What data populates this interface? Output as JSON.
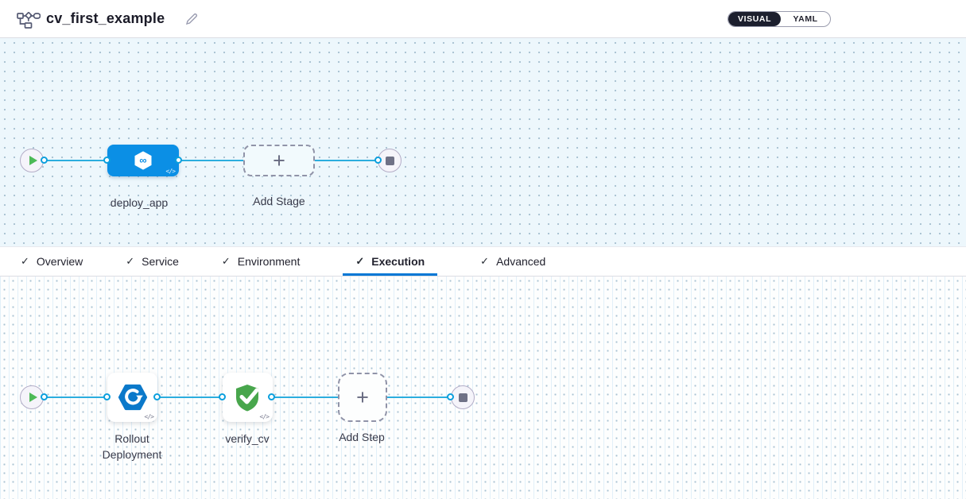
{
  "header": {
    "title": "cv_first_example",
    "toggle": {
      "visual_label": "VISUAL",
      "yaml_label": "YAML",
      "active": "VISUAL"
    }
  },
  "stage_pipeline": {
    "stage_label": "deploy_app",
    "add_stage_label": "Add Stage"
  },
  "tabs": [
    {
      "label": "Overview",
      "checked": true,
      "active": false
    },
    {
      "label": "Service",
      "checked": true,
      "active": false
    },
    {
      "label": "Environment",
      "checked": true,
      "active": false
    },
    {
      "label": "Execution",
      "checked": true,
      "active": true
    },
    {
      "label": "Advanced",
      "checked": true,
      "active": false
    }
  ],
  "execution": {
    "steps": [
      {
        "label": "Rollout Deployment",
        "icon": "rollout-deployment-icon"
      },
      {
        "label": "verify_cv",
        "icon": "shield-check-icon"
      }
    ],
    "add_step_label": "Add Step"
  },
  "icons": {
    "code": "</>",
    "plus": "+",
    "check": "✓"
  },
  "colors": {
    "flow_line": "#2badde",
    "connector_ring": "#0b9fdd",
    "stage_blue": "#0b8fe5",
    "rollout_blue": "#0b79ca",
    "shield_green": "#48a64c",
    "play_green": "#4dba57",
    "tab_underline": "#0278d5",
    "toggle_active_bg": "#1c1f2e",
    "canvas_stage_bg": "#edf7fc",
    "canvas_exec_bg": "#fdfefe"
  }
}
